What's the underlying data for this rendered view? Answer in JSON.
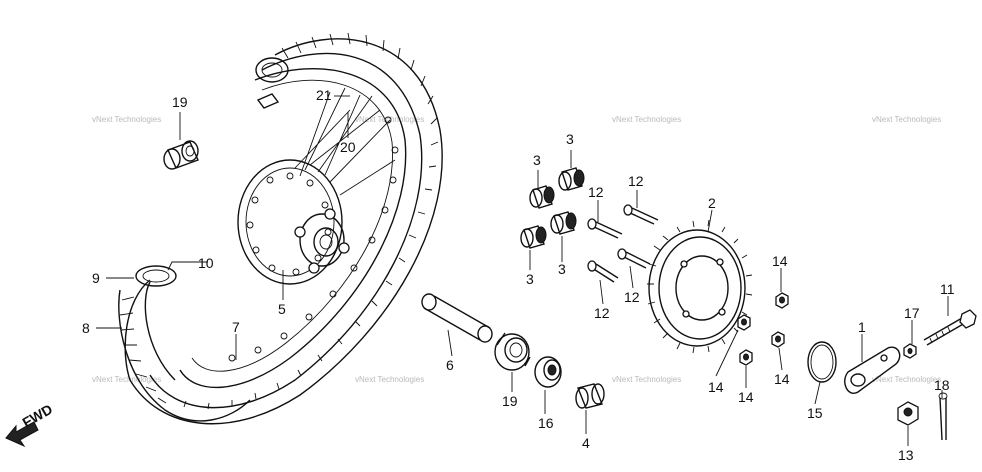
{
  "watermark": "vNext Technologies",
  "direction": "FWD",
  "callouts": {
    "c1": "1",
    "c2": "2",
    "c3a": "3",
    "c3b": "3",
    "c3c": "3",
    "c3d": "3",
    "c4": "4",
    "c5": "5",
    "c6": "6",
    "c7": "7",
    "c8": "8",
    "c9": "9",
    "c10": "10",
    "c11": "11",
    "c12a": "12",
    "c12b": "12",
    "c12c": "12",
    "c12d": "12",
    "c13": "13",
    "c14a": "14",
    "c14b": "14",
    "c14c": "14",
    "c14d": "14",
    "c15": "15",
    "c16": "16",
    "c17": "17",
    "c18": "18",
    "c19a": "19",
    "c19b": "19",
    "c20": "20",
    "c21": "21"
  }
}
